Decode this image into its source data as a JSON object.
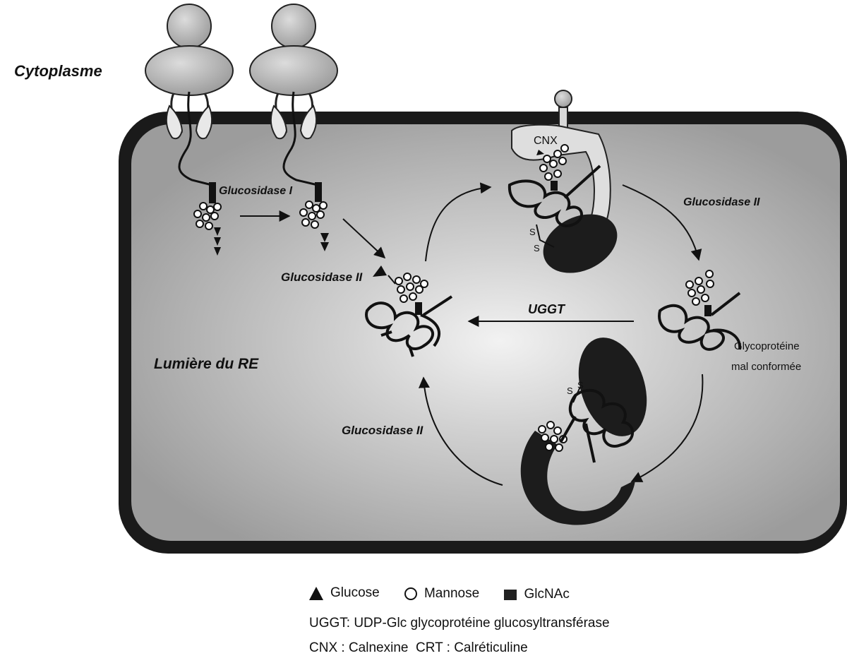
{
  "labels": {
    "cytoplasme": "Cytoplasme",
    "lumiere": "Lumière du RE",
    "glucosidase_i": "Glucosidase I",
    "glucosidase_ii_top": "Glucosidase II",
    "glucosidase_ii_center": "Glucosidase II",
    "glucosidase_ii_bottom": "Glucosidase II",
    "uggt": "UGGT",
    "cnx": "CNX",
    "misfolded_line1": "Glycoprotéine",
    "misfolded_line2": "mal conformée",
    "disulfide_s": "S"
  },
  "legend": {
    "glucose": "Glucose",
    "mannose": "Mannose",
    "glcnac": "GlcNAc",
    "uggt_def": "UGGT: UDP-Glc glycoprotéine glucosyltransférase",
    "cnx_crt_def": "CNX : Calnexine  CRT : Calréticuline"
  },
  "colors": {
    "membrane": "#1a1a1a",
    "lumen": "#a9a9a9",
    "lumen_light": "#e6e6e6",
    "ink": "#111111",
    "ribosome": "#b8b8b8"
  }
}
